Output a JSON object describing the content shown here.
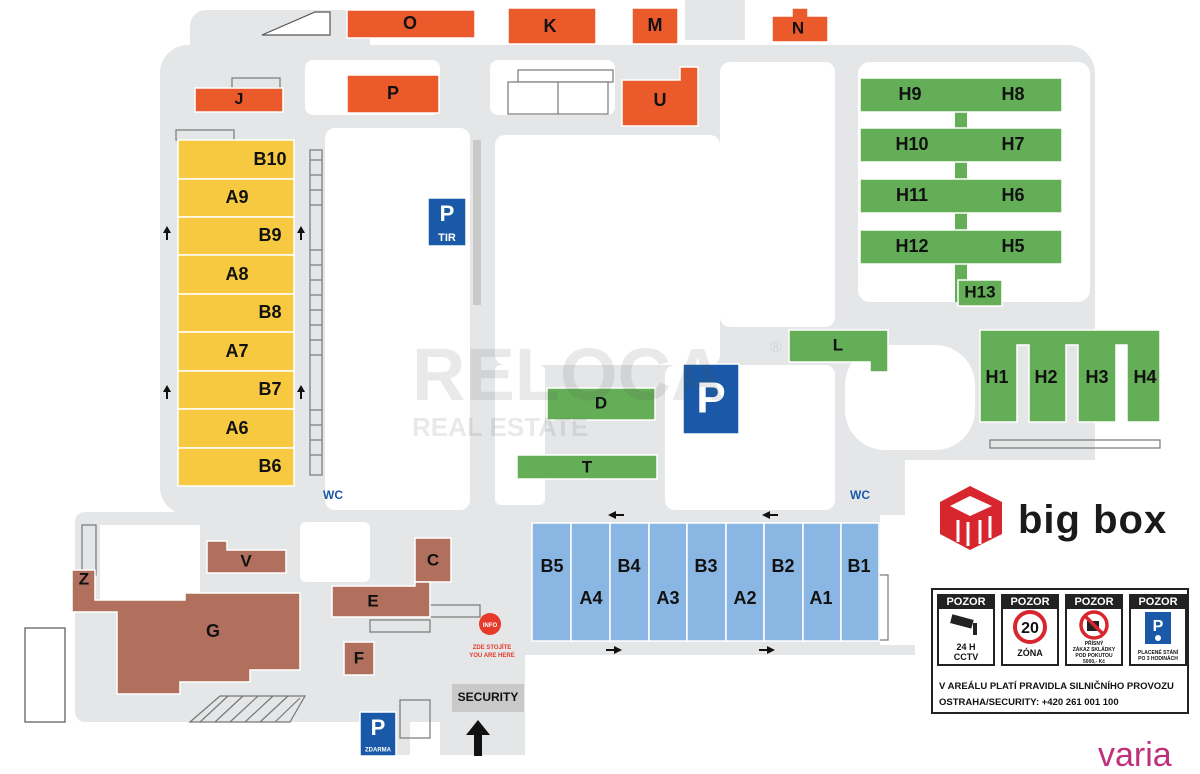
{
  "colors": {
    "orange": "#ea5a2b",
    "yellow": "#f7c940",
    "green": "#63ae57",
    "blue": "#8ab6e3",
    "brown": "#b0705d",
    "road": "#e4e6e7",
    "parking_blue": "#1959a7",
    "brand_red": "#d8262f",
    "info_red": "#e63a2a",
    "varia_pink": "#c0307a"
  },
  "buildings": {
    "orange": [
      "O",
      "K",
      "M",
      "N",
      "P",
      "J",
      "U"
    ],
    "yellow": [
      "B10",
      "A9",
      "B9",
      "A8",
      "B8",
      "A7",
      "B7",
      "A6",
      "B6"
    ],
    "green": [
      "H9",
      "H8",
      "H10",
      "H7",
      "H11",
      "H6",
      "H12",
      "H5",
      "H13",
      "L",
      "H1",
      "H2",
      "H3",
      "H4",
      "D",
      "T"
    ],
    "blue": [
      "B5",
      "A4",
      "B4",
      "A3",
      "B3",
      "A2",
      "B2",
      "A1",
      "B1"
    ],
    "brown": [
      "Z",
      "V",
      "C",
      "E",
      "G",
      "F"
    ]
  },
  "parking": {
    "tir_letter": "P",
    "tir_label": "TIR",
    "center_letter": "P",
    "free_letter": "P",
    "free_label": "ZDARMA"
  },
  "labels": {
    "wc_left": "WC",
    "wc_right": "WC",
    "info": "INFO",
    "stand_here_cz": "ZDE STOJÍTE",
    "stand_here_en": "YOU ARE HERE",
    "security": "SECURITY"
  },
  "watermark": {
    "main": "RELOCA",
    "sub": "REAL ESTATE",
    "reg": "®"
  },
  "brand": {
    "name": "big box",
    "icon": "big-box-cube-logo-icon"
  },
  "signs": [
    {
      "header": "POZOR",
      "icon": "cctv-camera-icon",
      "line1": "24 H",
      "line2": "CCTV"
    },
    {
      "header": "POZOR",
      "icon": "speed-limit-icon",
      "limit": "20",
      "line1": "ZÓNA"
    },
    {
      "header": "POZOR",
      "icon": "no-warehousing-icon",
      "line1": "PŘÍSNÝ",
      "line2": "ZÁKAZ SKLÁDKY",
      "line3": "POD POKUTOU",
      "line4": "5000,- Kč"
    },
    {
      "header": "POZOR",
      "icon": "parking-time-icon",
      "line1": "PLACENÉ STÁNÍ",
      "line2": "PO 3 HODINÁCH"
    }
  ],
  "rules_text": "V AREÁLU PLATÍ PRAVIDLA SILNIČNÍHO PROVOZU",
  "contact_text": "OSTRAHA/SECURITY: +420 261 001 100",
  "corner_logo": "varia"
}
